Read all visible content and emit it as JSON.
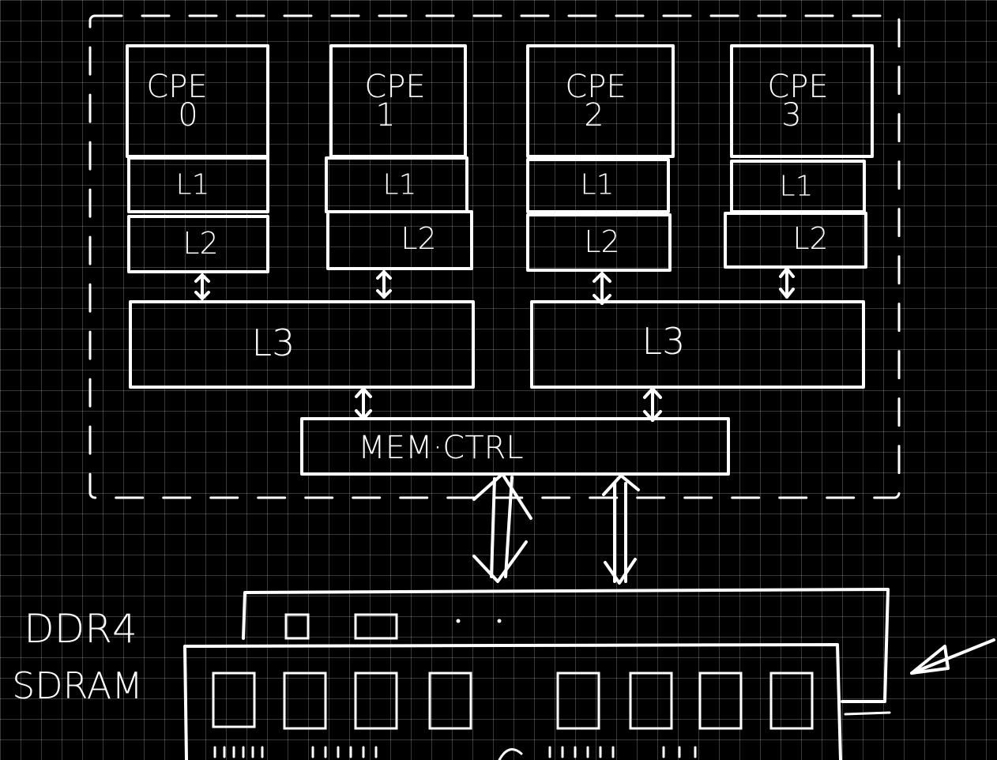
{
  "cores": [
    {
      "name": "CPE",
      "index": "0",
      "l1": "L1",
      "l2": "L2"
    },
    {
      "name": "CPE",
      "index": "1",
      "l1": "L1",
      "l2": "L2"
    },
    {
      "name": "CPE",
      "index": "2",
      "l1": "L1",
      "l2": "L2"
    },
    {
      "name": "CPE",
      "index": "3",
      "l1": "L1",
      "l2": "L2"
    }
  ],
  "l3_caches": [
    {
      "label": "L3"
    },
    {
      "label": "L3"
    }
  ],
  "memory_controller": {
    "label": "MEM·CTRL"
  },
  "dram_label": {
    "line1": "DDR4",
    "line2": "SDRAM"
  }
}
